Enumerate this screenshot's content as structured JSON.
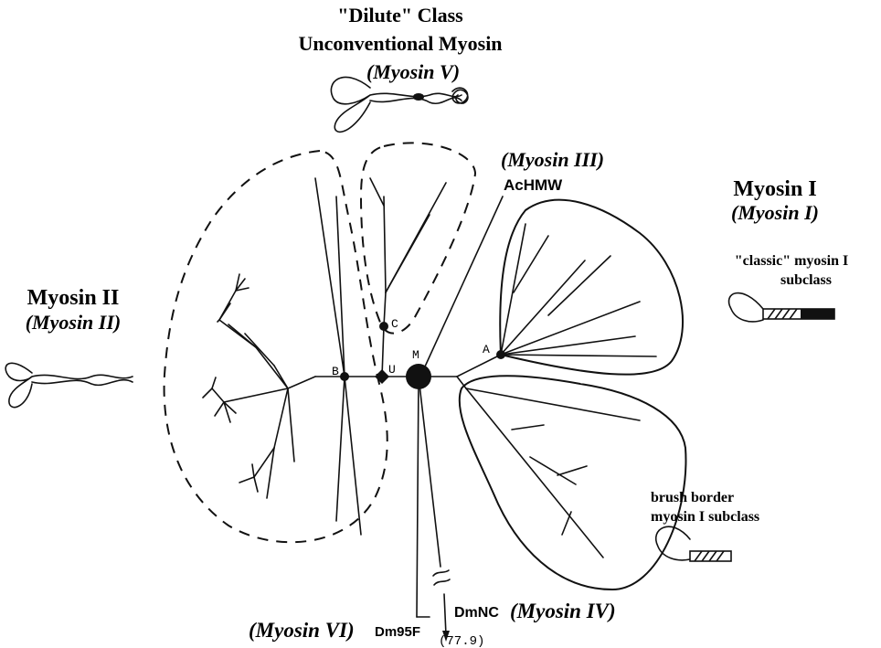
{
  "labels": {
    "dilute_line1": "\"Dilute\" Class",
    "dilute_line2": "Unconventional Myosin",
    "dilute_line3": "(Myosin V)",
    "myosin3": "(Myosin III)",
    "achmw": "AcHMW",
    "myosin1_title": "Myosin I",
    "myosin1_sub": "(Myosin I)",
    "classic_line1": "\"classic\" myosin I",
    "classic_line2": "subclass",
    "myosin2_title": "Myosin II",
    "myosin2_sub": "(Myosin II)",
    "brush_line1": "brush border",
    "brush_line2": "myosin I subclass",
    "myosin6": "(Myosin VI)",
    "dm95f": "Dm95F",
    "dmnc": "DmNC",
    "myosin4": "(Myosin IV)",
    "branch_length": "(77.9)"
  },
  "nodes": {
    "B": "B",
    "U": "U",
    "M": "M",
    "C": "C",
    "A": "A"
  }
}
